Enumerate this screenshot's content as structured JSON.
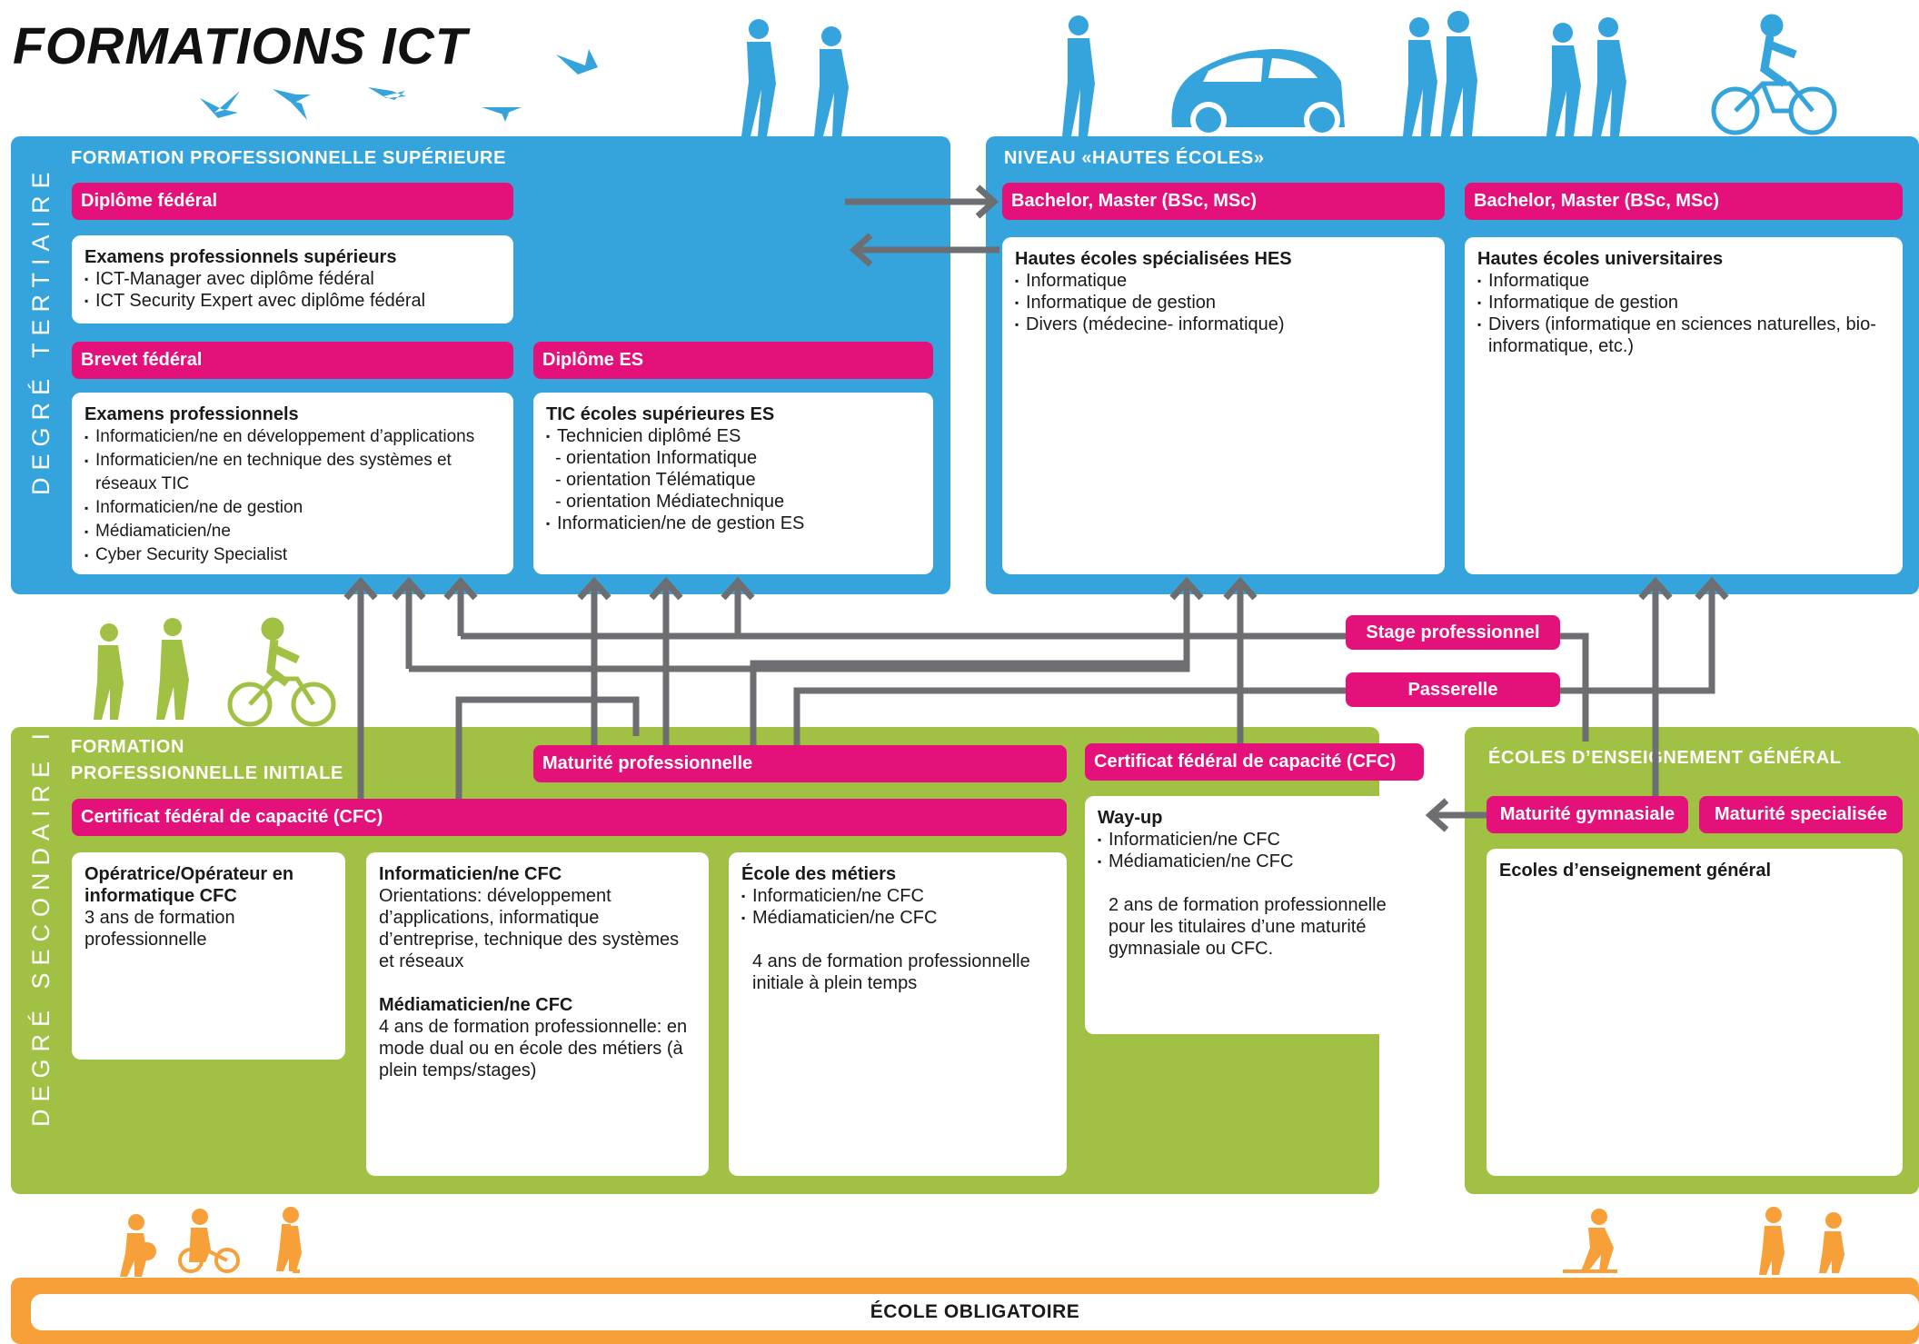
{
  "title": "FORMATIONS ICT",
  "colors": {
    "tertiary": "#35a4dc",
    "secondary": "#a1c144",
    "compulsory": "#f7a03a",
    "label": "#e5117b",
    "arrow": "#6d6e71"
  },
  "icons": [
    "flying-birds-icon",
    "walking-students-icon",
    "car-icon",
    "cyclist-icon",
    "children-playing-icon"
  ],
  "degree_tertiary": "DEGRÉ TERTIAIRE",
  "degree_secondary": "DEGRÉ SECONDAIRE II",
  "fps": {
    "title": "FORMATION PROFESSIONNELLE SUPÉRIEURE",
    "diplome_federal": "Diplôme fédéral",
    "eps": {
      "title": "Examens professionnels supérieurs",
      "items": [
        "ICT-Manager avec diplôme fédéral",
        "ICT Security Expert avec diplôme fédéral"
      ]
    },
    "brevet_federal": "Brevet fédéral",
    "ep": {
      "title": "Examens professionnels",
      "items": [
        "Informaticien/ne en développement d’applications",
        "Informaticien/ne en technique des systèmes et réseaux TIC",
        "Informaticien/ne de gestion",
        "Médiamaticien/ne",
        "Cyber Security Specialist"
      ]
    },
    "diplome_es": "Diplôme ES",
    "es": {
      "title": "TIC écoles supérieures ES",
      "item1": "Technicien diplômé ES",
      "sub": [
        "orientation Informatique",
        "orientation Télématique",
        "orientation Médiatechnique"
      ],
      "item2": "Informaticien/ne de gestion ES"
    }
  },
  "he": {
    "title": "NIVEAU «HAUTES ÉCOLES»",
    "label_hes": "Bachelor, Master (BSc, MSc)",
    "hes": {
      "title": "Hautes écoles spécialisées HES",
      "items": [
        "Informatique",
        "Informatique de gestion",
        "Divers (médecine- informatique)"
      ]
    },
    "label_hu": "Bachelor, Master (BSc, MSc)",
    "hu": {
      "title": "Hautes écoles universitaires",
      "items": [
        "Informatique",
        "Informatique de gestion",
        "Divers (informatique en sciences naturelles, bio-informatique, etc.)"
      ]
    }
  },
  "stage": "Stage professionnel",
  "passerelle": "Passerelle",
  "fpi": {
    "title_line1": "FORMATION",
    "title_line2": "PROFESSIONNELLE INITIALE",
    "maturite_pro": "Maturité professionnelle",
    "cfc_left": "Certificat fédéral de capacité (CFC)",
    "cfc_right": "Certificat fédéral de capacité (CFC)",
    "card1": {
      "title": "Opératrice/Opérateur en informatique CFC",
      "text": "3 ans de formation professionnelle"
    },
    "card2": {
      "title": "Informaticien/ne CFC",
      "text": "Orientations: développement d’applications, informatique d’entreprise, technique des systèmes et réseaux",
      "title2": "Médiamaticien/ne  CFC",
      "text2": "4 ans de formation professionnelle: en mode dual ou en école des métiers (à plein temps/stages)"
    },
    "card3": {
      "title": "École des métiers",
      "items": [
        "Informaticien/ne CFC",
        "Médiamaticien/ne CFC"
      ],
      "text": "4 ans de formation professionnelle initiale à plein temps"
    },
    "wayup": {
      "title": "Way-up",
      "items": [
        "Informaticien/ne CFC",
        "Médiamaticien/ne CFC"
      ],
      "text": "2 ans de formation professionnelle pour les titulaires d’une maturité gymnasiale ou CFC."
    }
  },
  "eeg": {
    "title": "ÉCOLES D’ENSEIGNEMENT GÉNÉRAL",
    "mat_gym": "Maturité gymnasiale",
    "mat_spec": "Maturité specialisée",
    "card_title": "Ecoles d’enseignement général"
  },
  "ecole_obligatoire": "ÉCOLE OBLIGATOIRE"
}
